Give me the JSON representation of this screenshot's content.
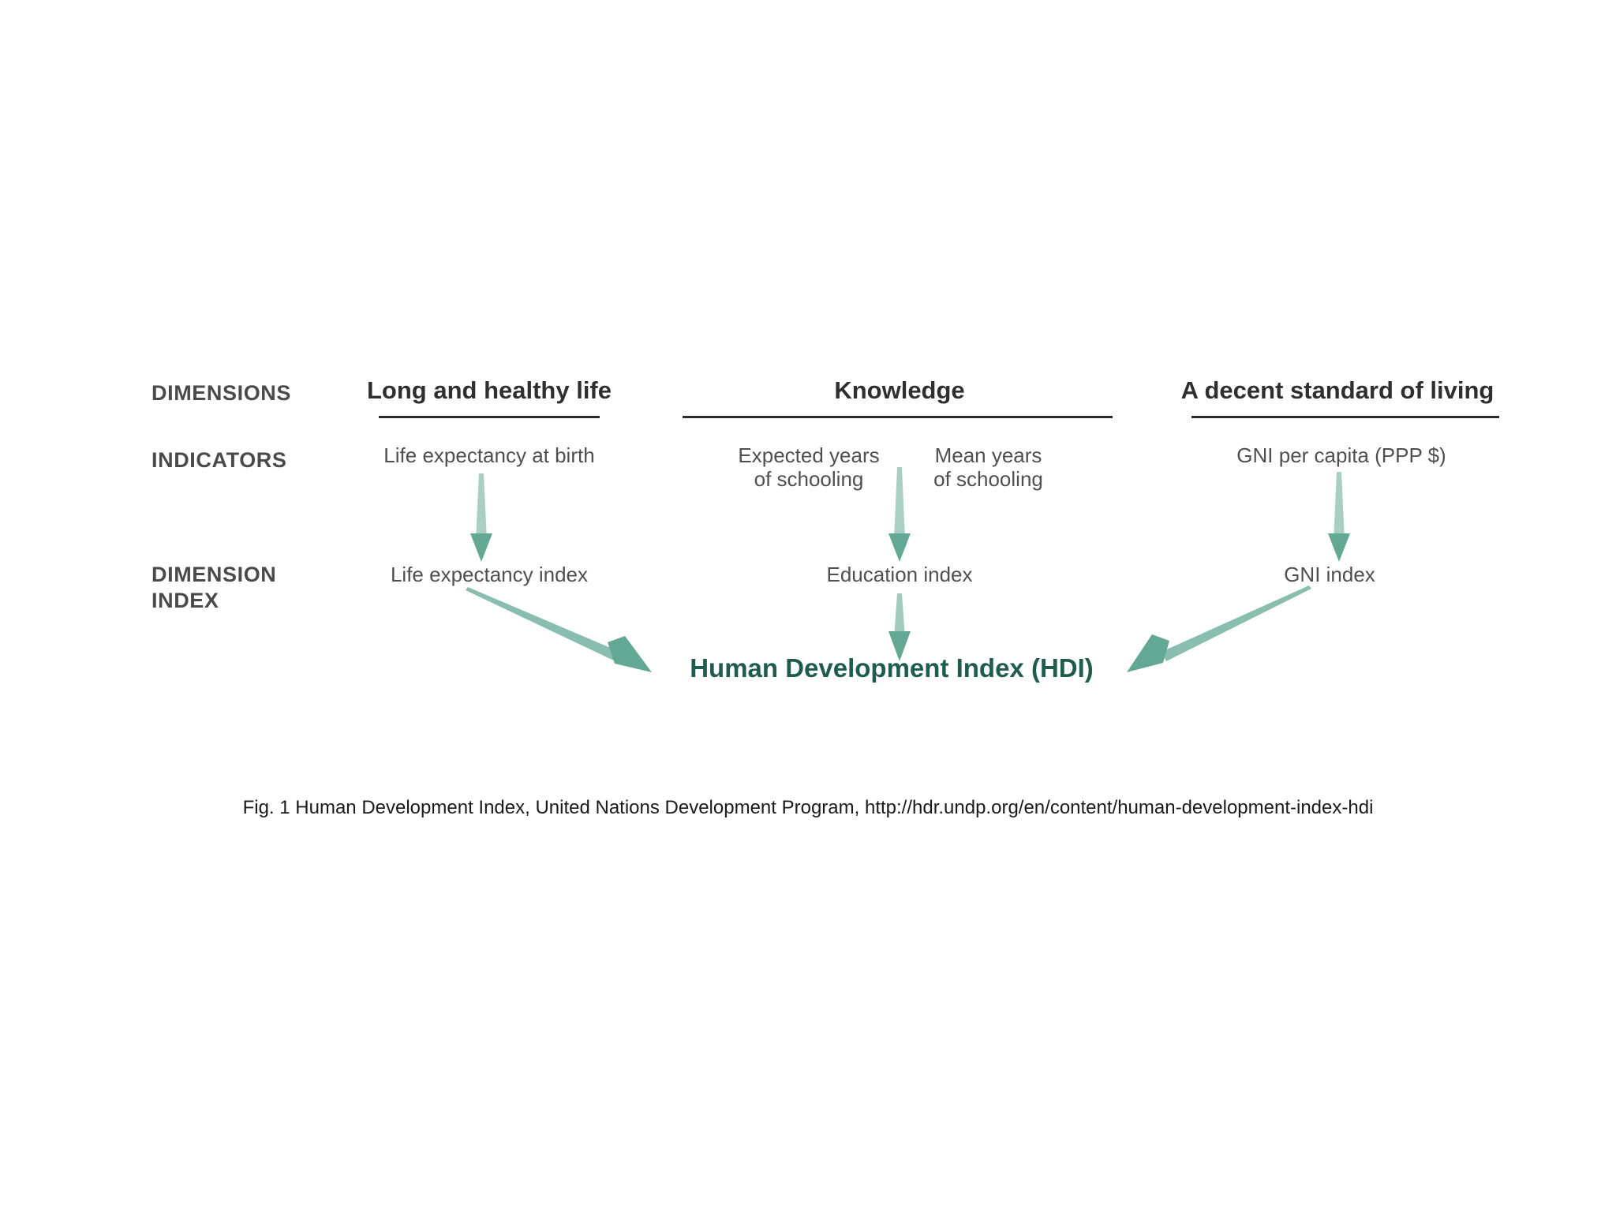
{
  "figure": {
    "background_color": "#ffffff",
    "accent_color": "#62a893",
    "title_color": "#1f5c4e",
    "text_color": "#4f4f4f",
    "rule_color": "#2b2b2b"
  },
  "row_labels": {
    "dimensions": "DIMENSIONS",
    "indicators": "INDICATORS",
    "dimension_index": "DIMENSION\nINDEX"
  },
  "columns": [
    {
      "key": "health",
      "heading": "Long and healthy life",
      "indicators": [
        "Life expectancy at birth"
      ],
      "dimension_index": "Life expectancy index"
    },
    {
      "key": "knowledge",
      "heading": "Knowledge",
      "indicators": [
        "Expected years\nof schooling",
        "Mean years\nof schooling"
      ],
      "dimension_index": "Education index"
    },
    {
      "key": "living",
      "heading": "A decent standard of living",
      "indicators": [
        "GNI per capita (PPP $)"
      ],
      "dimension_index": "GNI index"
    }
  ],
  "result": {
    "title": "Human Development Index (HDI)"
  },
  "caption": {
    "text": "Fig. 1 Human Development Index, United Nations Development Program, http://hdr.undp.org/en/content/human-development-index-hdi"
  },
  "arrows": [
    {
      "name": "life-expectancy-to-life-index",
      "kind": "down"
    },
    {
      "name": "expected-years-to-education-index",
      "kind": "down"
    },
    {
      "name": "gni-per-capita-to-gni-index",
      "kind": "down"
    },
    {
      "name": "life-index-to-hdi",
      "kind": "diagonal-down-right"
    },
    {
      "name": "education-index-to-hdi",
      "kind": "down"
    },
    {
      "name": "gni-index-to-hdi",
      "kind": "diagonal-down-left"
    }
  ]
}
